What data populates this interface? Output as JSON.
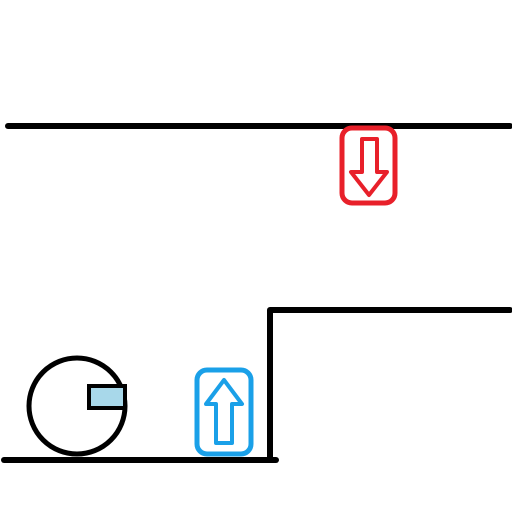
{
  "scene": {
    "background": "#ffffff",
    "line_color": "#000000",
    "player": {
      "name": "player-ball",
      "outline_color": "#000000",
      "window_color": "#a8d8ea"
    },
    "pads": [
      {
        "name": "gravity-up-pad",
        "icon": "arrow-up-icon",
        "color": "#1aa0e8"
      },
      {
        "name": "gravity-down-pad",
        "icon": "arrow-down-icon",
        "color": "#e8202a"
      }
    ]
  }
}
